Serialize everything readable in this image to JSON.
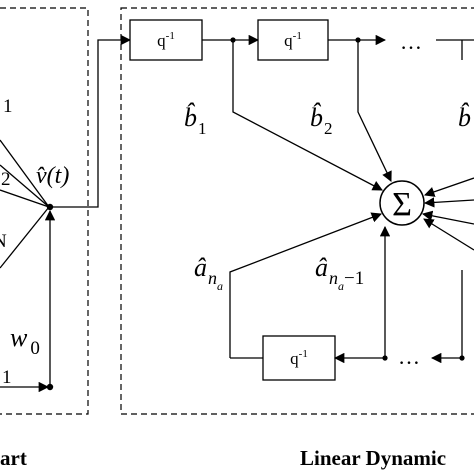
{
  "delay_label": "q",
  "delay_exp": "-1",
  "ellipsis": "…",
  "output_label": "v̂(t)",
  "inputs": [
    "1",
    "2",
    "N"
  ],
  "bias_weight": {
    "w": "w",
    "sub": "0"
  },
  "bias_input": "1",
  "sum_symbol": "Σ",
  "b_coeffs": [
    {
      "b": "b̂",
      "sub": "1"
    },
    {
      "b": "b̂",
      "sub": "2"
    },
    {
      "b": "b̂",
      "sub": ""
    }
  ],
  "a_coeffs": [
    {
      "a": "â",
      "sub": "n",
      "subsub": "a",
      "suffix": ""
    },
    {
      "a": "â",
      "sub": "n",
      "subsub": "a",
      "suffix": "−1"
    }
  ],
  "left_caption": "art",
  "right_caption": "Linear Dynamic"
}
